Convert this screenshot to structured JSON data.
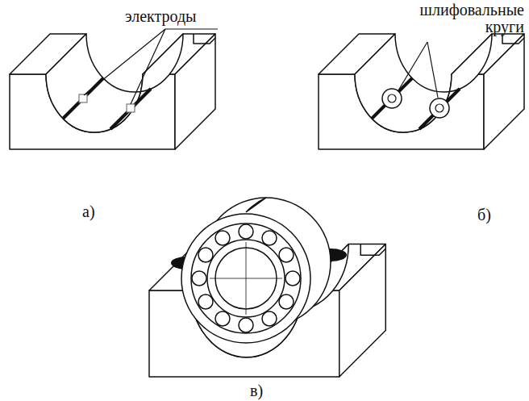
{
  "diagram": {
    "labels": [
      "электроды",
      "шлифовальные круги",
      "а)",
      "б)",
      "в)"
    ]
  }
}
